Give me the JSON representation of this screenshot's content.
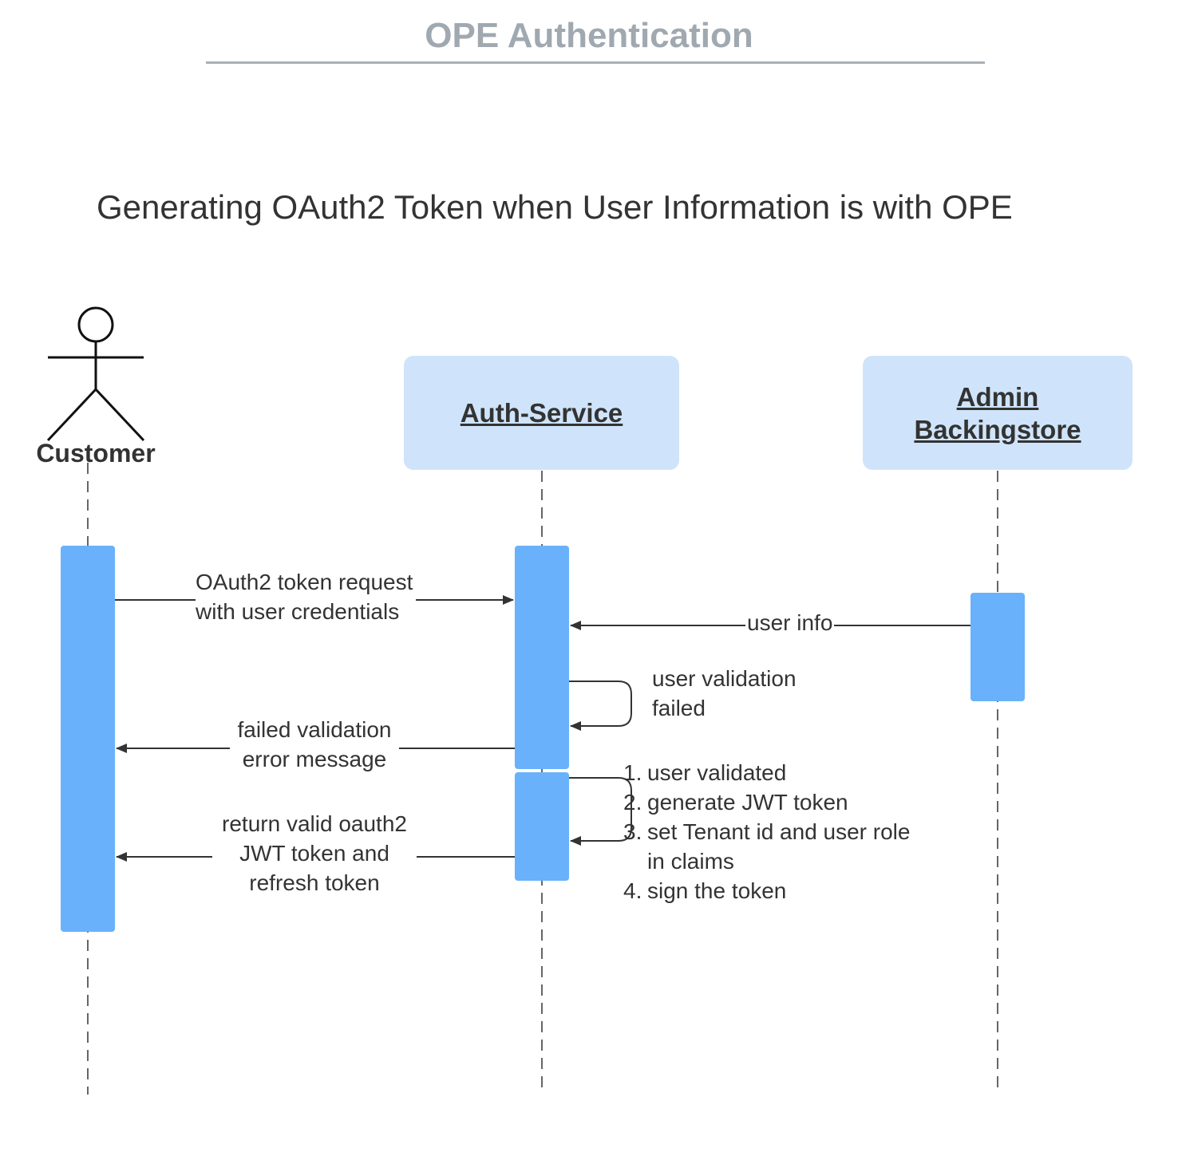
{
  "header": {
    "title": "OPE Authentication",
    "subtitle": "Generating OAuth2 Token when User Information is with OPE"
  },
  "participants": {
    "actor": {
      "label": "Customer",
      "icon": "stick-figure-icon"
    },
    "auth_service": {
      "label": "Auth-Service"
    },
    "admin_backingstore": {
      "label_line1": "Admin",
      "label_line2": "Backingstore"
    }
  },
  "messages": {
    "token_request": {
      "line1": "OAuth2 token request",
      "line2": "with user credentials"
    },
    "user_info": {
      "label": "user info"
    },
    "validation_failed_self": {
      "line1": "user validation",
      "line2": "failed"
    },
    "failed_response": {
      "line1": "failed validation",
      "line2": "error message"
    },
    "valid_response": {
      "line1": "return valid oauth2",
      "line2": "JWT token and",
      "line3": "refresh token"
    },
    "validated_steps": [
      {
        "num": "1.",
        "text": "user validated"
      },
      {
        "num": "2.",
        "text": "generate JWT token"
      },
      {
        "num": "3.",
        "text": "set Tenant id and user role"
      },
      {
        "num": "",
        "text": "in claims"
      },
      {
        "num": "4.",
        "text": "sign the token"
      }
    ]
  },
  "colors": {
    "activation": "#69b1fb",
    "participant_fill": "#cfe4fa",
    "title": "#a0a8b0",
    "text": "#333333"
  }
}
